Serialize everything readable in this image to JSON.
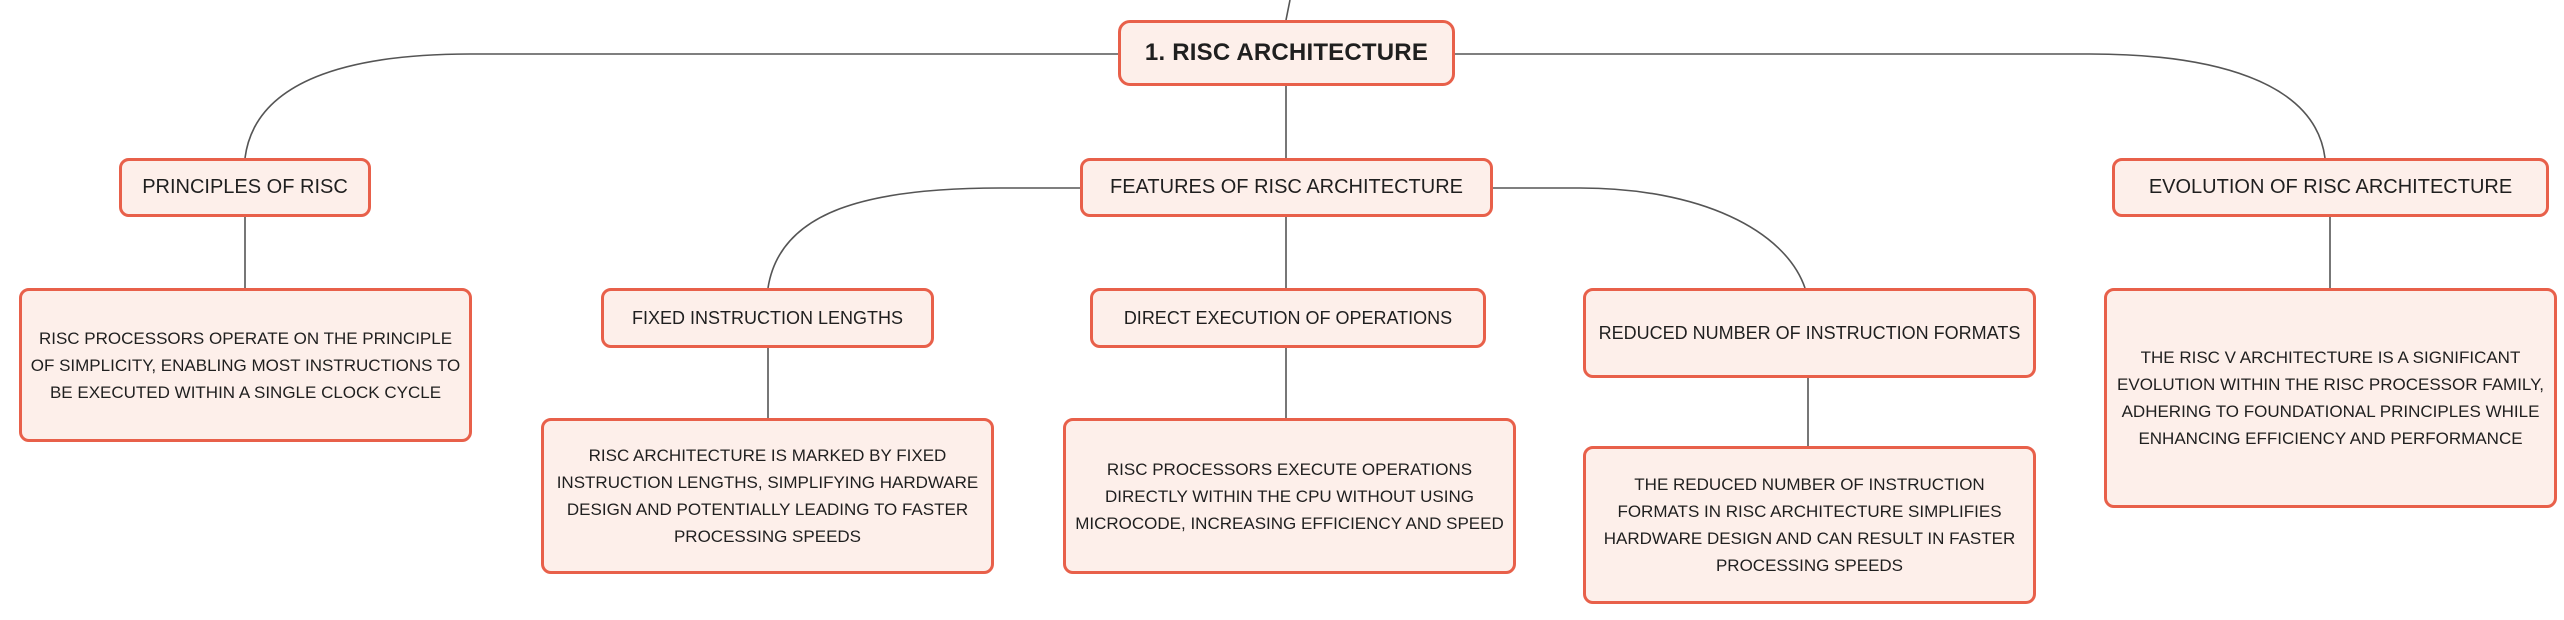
{
  "theme": {
    "node_fill": "#fdefea",
    "node_border": "#e8604a",
    "connector_color": "#555555",
    "text_color": "#1f1f1f"
  },
  "root": {
    "label": "1. RISC ARCHITECTURE"
  },
  "principles": {
    "label": "PRINCIPLES OF RISC",
    "detail": "RISC PROCESSORS OPERATE ON THE PRINCIPLE OF SIMPLICITY, ENABLING MOST INSTRUCTIONS TO BE EXECUTED WITHIN A SINGLE CLOCK CYCLE"
  },
  "features": {
    "label": "FEATURES OF RISC ARCHITECTURE",
    "items": [
      {
        "label": "FIXED INSTRUCTION LENGTHS",
        "detail": "RISC ARCHITECTURE IS MARKED BY FIXED INSTRUCTION LENGTHS, SIMPLIFYING HARDWARE DESIGN AND POTENTIALLY LEADING TO FASTER PROCESSING SPEEDS"
      },
      {
        "label": "DIRECT EXECUTION OF OPERATIONS",
        "detail": "RISC PROCESSORS EXECUTE OPERATIONS DIRECTLY WITHIN THE CPU WITHOUT USING MICROCODE, INCREASING EFFICIENCY AND SPEED"
      },
      {
        "label": "REDUCED NUMBER OF INSTRUCTION FORMATS",
        "detail": "THE REDUCED NUMBER OF INSTRUCTION FORMATS IN RISC ARCHITECTURE SIMPLIFIES HARDWARE DESIGN AND CAN RESULT IN FASTER PROCESSING SPEEDS"
      }
    ]
  },
  "evolution": {
    "label": "EVOLUTION OF RISC ARCHITECTURE",
    "detail": "THE RISC V ARCHITECTURE IS A SIGNIFICANT EVOLUTION WITHIN THE RISC PROCESSOR FAMILY, ADHERING TO FOUNDATIONAL PRINCIPLES WHILE ENHANCING EFFICIENCY AND PERFORMANCE"
  }
}
